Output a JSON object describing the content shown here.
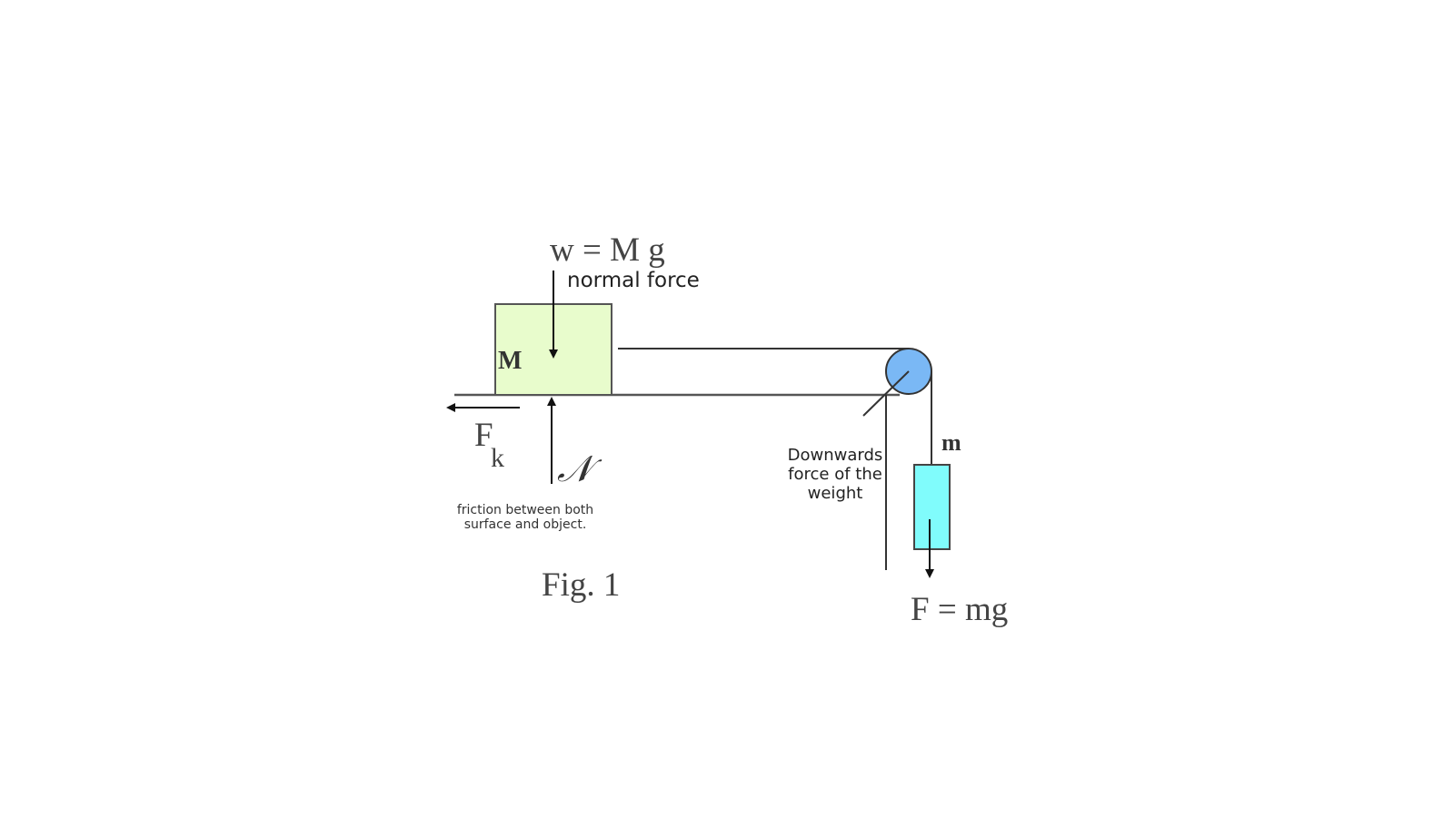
{
  "labels": {
    "weight_eq": "w = M g",
    "normal_force": "normal force",
    "block_mass": "M",
    "friction_symbol": "F",
    "friction_subscript": "k",
    "normal_symbol": "𝒩",
    "friction_note_line1": "friction between both",
    "friction_note_line2": "surface and object.",
    "figure_caption": "Fig. 1",
    "downwards_line1": "Downwards",
    "downwards_line2": "force of the",
    "downwards_line3": "weight",
    "hanging_mass": "m",
    "hanging_force_eq": "F = mg"
  },
  "colors": {
    "block_fill": "#e8fccc",
    "pulley_fill": "#7ab8f5",
    "hanging_fill": "#80fcfc",
    "line": "#333333",
    "text": "#222222"
  }
}
